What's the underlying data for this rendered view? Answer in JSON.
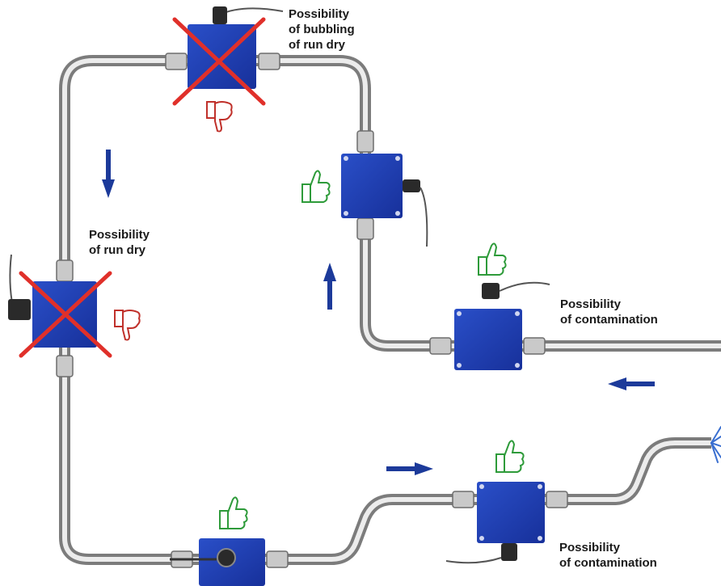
{
  "labels": {
    "top": [
      "Possibility",
      "of bubbling",
      "of run dry"
    ],
    "left": [
      "Possibility",
      "of run dry"
    ],
    "right_mid": [
      "Possibility",
      "of contamination"
    ],
    "right_bottom": [
      "Possibility",
      "of contamination"
    ]
  },
  "sensors": [
    {
      "position": "top",
      "status": "bad",
      "marker": "thumbs-down"
    },
    {
      "position": "right-vertical",
      "status": "good",
      "marker": "thumbs-up"
    },
    {
      "position": "left-vertical",
      "status": "bad",
      "marker": "thumbs-down"
    },
    {
      "position": "right-horizontal",
      "status": "good",
      "marker": "thumbs-up"
    },
    {
      "position": "bottom-left",
      "status": "good",
      "marker": "thumbs-up"
    },
    {
      "position": "bottom-right",
      "status": "good",
      "marker": "thumbs-up"
    }
  ],
  "flow_arrows": [
    "down",
    "up",
    "left",
    "right"
  ],
  "colors": {
    "pipe": "#b8b8b8",
    "sensor_body": "#1f3fb0",
    "cross": "#e0302a",
    "good": "#2e9b3a",
    "bad": "#c0312b",
    "arrow": "#1c3a9a"
  }
}
